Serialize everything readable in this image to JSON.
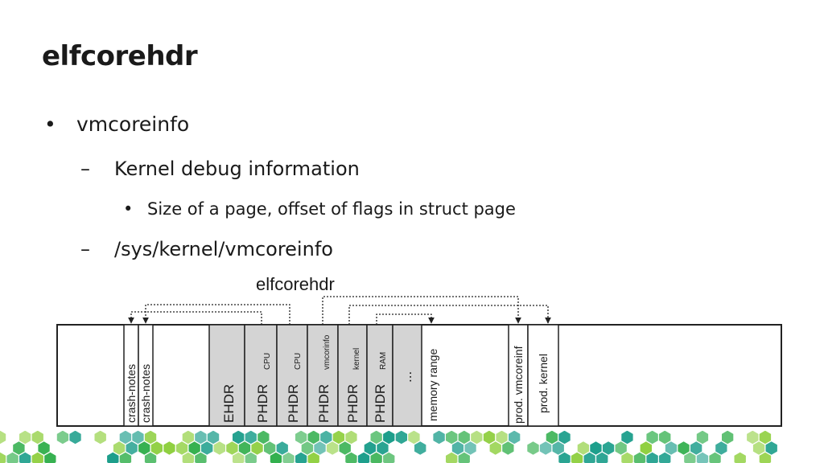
{
  "slide": {
    "title": "elfcorehdr",
    "bullets": [
      {
        "marker": "•",
        "text": "vmcoreinfo"
      },
      {
        "marker": "–",
        "text": "Kernel debug information"
      },
      {
        "marker": "•",
        "text": "Size of a page, offset of flags in struct page"
      },
      {
        "marker": "–",
        "text": "/sys/kernel/vmcoreinfo"
      }
    ]
  },
  "diagram": {
    "title": "elfcorehdr",
    "crash_notes": [
      "crash-notes",
      "crash-notes"
    ],
    "ehdr": "EHDR",
    "phdrs": [
      {
        "label": "PHDR",
        "sub": "CPU"
      },
      {
        "label": "PHDR",
        "sub": "CPU"
      },
      {
        "label": "PHDR",
        "sub": "vmcorinfo"
      },
      {
        "label": "PHDR",
        "sub": "kernel"
      },
      {
        "label": "PHDR",
        "sub": "RAM"
      }
    ],
    "ellipsis": "...",
    "memory_range": "memory range",
    "prod_vmcoreinfo": "prod. vmcoreinf",
    "prod_kernel": "prod. kernel"
  },
  "colors": {
    "header_fill": "#d4d4d4",
    "hex_green": "#2fae4a",
    "hex_teal": "#1a9d8a",
    "hex_light": "#8fcf3f"
  }
}
